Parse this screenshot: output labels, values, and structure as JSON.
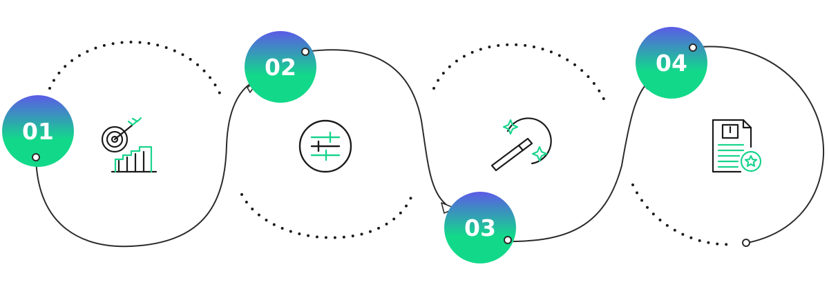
{
  "colors": {
    "gradient_top": "#5b5be6",
    "gradient_bottom": "#12d98a",
    "line": "#2a2a2a",
    "dots": "#1a1a1a",
    "icon_stroke": "#1a1a1a",
    "icon_accent": "#18d48c"
  },
  "steps": [
    {
      "number": "01",
      "icon": "target-growth-chart-icon"
    },
    {
      "number": "02",
      "icon": "sliders-settings-icon"
    },
    {
      "number": "03",
      "icon": "magic-wand-icon"
    },
    {
      "number": "04",
      "icon": "document-star-icon"
    }
  ]
}
